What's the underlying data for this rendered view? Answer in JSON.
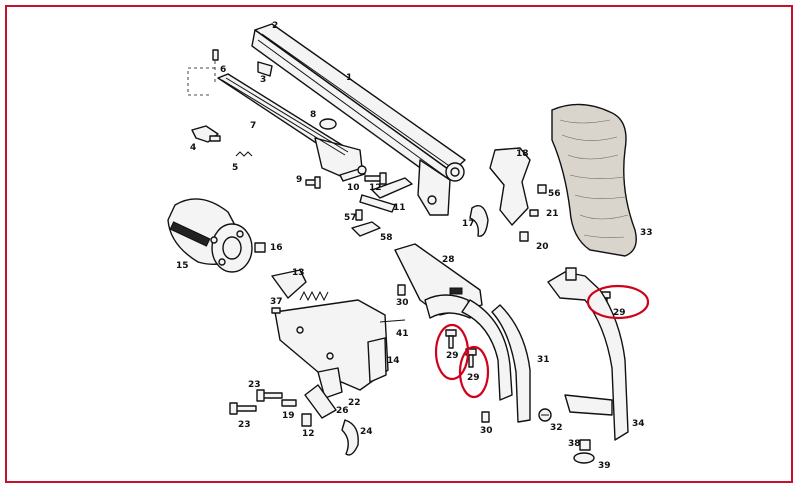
{
  "labels": {
    "p1": "1",
    "p2": "2",
    "p3": "3",
    "p4": "4",
    "p5": "5",
    "p6": "6",
    "p7": "7",
    "p8": "8",
    "p9": "9",
    "p10": "10",
    "p11": "11",
    "p12a": "12",
    "p12b": "12",
    "p13": "13",
    "p14": "14",
    "p15": "15",
    "p16": "16",
    "p17": "17",
    "p18": "18",
    "p19": "19",
    "p20": "20",
    "p21": "21",
    "p22": "22",
    "p23a": "23",
    "p23b": "23",
    "p24": "24",
    "p26": "26",
    "p28": "28",
    "p29a": "29",
    "p29b": "29",
    "p29c": "29",
    "p30a": "30",
    "p30b": "30",
    "p31": "31",
    "p32": "32",
    "p33": "33",
    "p34": "34",
    "p37": "37",
    "p38": "38",
    "p39": "39",
    "p41": "41",
    "p56": "56",
    "p57": "57",
    "p58": "58"
  },
  "highlight_color": "#d0021b",
  "frame_color": "#c8102e"
}
